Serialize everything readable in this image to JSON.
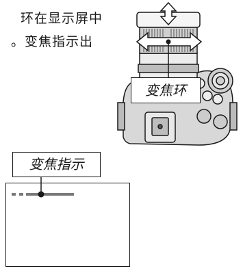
{
  "body_text": {
    "line1": "环在显示屏中",
    "line2": "。变焦指示出"
  },
  "labels": {
    "zoom_ring": "变焦环",
    "zoom_indicator": "变焦指示"
  },
  "colors": {
    "ink": "#1a1a1a",
    "indicator_gray": "#7a7a7a"
  }
}
